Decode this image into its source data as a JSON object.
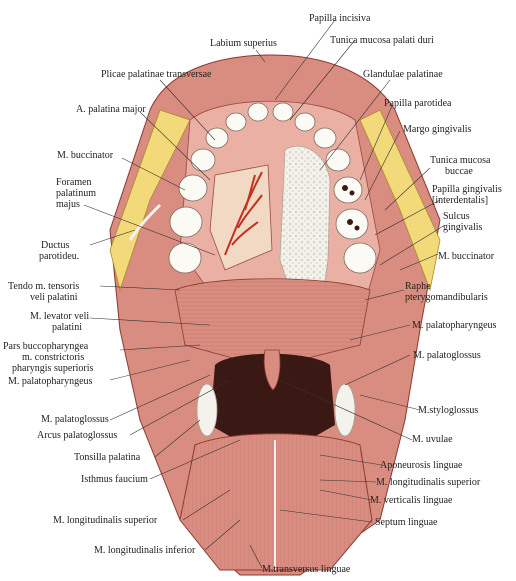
{
  "labels": {
    "papilla_incisiva": "Papilla incisiva",
    "labium_superius": "Labium superius",
    "tunica_mucosa_palati_duri": "Tunica mucosa palati duri",
    "plicae_palatinae_transversae": "Plicae palatinae transversae",
    "glandulae_palatinae": "Glandulae palatinae",
    "a_palatina_major": "A. palatina major",
    "papilla_parotidea": "Papilla parotidea",
    "margo_gingivalis": "Margo gingivalis",
    "m_buccinator_left": "M. buccinator",
    "tunica_mucosa_buccae_1": "Tunica mucosa",
    "tunica_mucosa_buccae_2": "buccae",
    "foramen_1": "Foramen",
    "foramen_2": "palatinum",
    "foramen_3": "majus",
    "papilla_gingivalis_1": "Papilla gingivalis",
    "papilla_gingivalis_2": "[interdentalis]",
    "sulcus_1": "Sulcus",
    "sulcus_2": "gingivalis",
    "ductus_1": "Ductus",
    "ductus_2": "parotideu.",
    "m_buccinator_right": "M. buccinator",
    "tendo_1": "Tendo m. tensoris",
    "tendo_2": "veli palatini",
    "raphe_1": "Raphe",
    "raphe_2": "pterygomandibularis",
    "levator_1": "M. levator veli",
    "levator_2": "palatini",
    "m_palatopharyngeus_right": "M. palatopharyngeus",
    "pars_1": "Pars buccopharyngea",
    "pars_2": "m. constrictoris",
    "pars_3": "pharyngis superioris",
    "m_palatoglossus_right": "M. palatoglossus",
    "m_palatopharyngeus_left": "M. palatopharyngeus",
    "m_palatoglossus_left": "M. palatoglossus",
    "m_styloglossus": "M.styloglossus",
    "arcus_palatoglossus": "Arcus palatoglossus",
    "m_uvulae": "M. uvulae",
    "tonsilla_palatina": "Tonsilla palatina",
    "aponeurosis_linguae": "Aponeurosis linguae",
    "isthmus_faucium": "Isthmus faucium",
    "m_longitudinalis_superior_right": "M. longitudinalis superior",
    "m_verticalis_linguae": "M. verticalis linguae",
    "m_longitudinalis_superior_left": "M. longitudinalis superior",
    "septum_linguae": "Septum linguae",
    "m_longitudinalis_inferior": "M. longitudinalis inferior",
    "m_transversus_linguae": "M.transversus linguae"
  },
  "colors": {
    "muscle": "#d98c80",
    "muscle_dark": "#b85a4e",
    "mucosa": "#eab0a4",
    "fat": "#f2d97a",
    "gland": "#f4f2ec",
    "tooth": "#fbfaf5",
    "dark_cavity": "#3a1814",
    "artery": "#c0311f",
    "line": "#333333"
  }
}
